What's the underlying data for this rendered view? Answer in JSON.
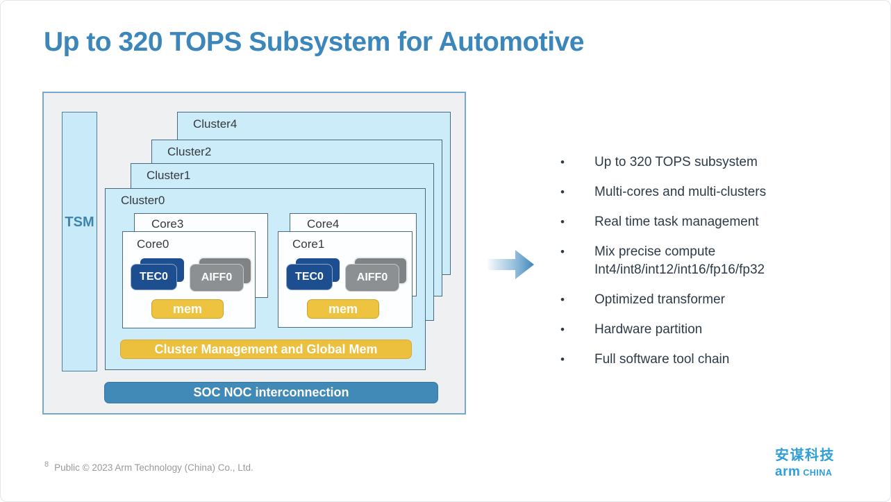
{
  "title": "Up to 320 TOPS Subsystem for Automotive",
  "diagram": {
    "tsm": "TSM",
    "clusters": [
      "Cluster4",
      "Cluster2",
      "Cluster1",
      "Cluster0"
    ],
    "cores": [
      {
        "outer": "Core3",
        "inner": "Core0",
        "tec": "TEC0",
        "aiff": "AIFF0",
        "mem": "mem"
      },
      {
        "outer": "Core4",
        "inner": "Core1",
        "tec": "TEC0",
        "aiff": "AIFF0",
        "mem": "mem"
      }
    ],
    "cluster_mgmt": "Cluster Management and Global Mem",
    "soc_noc": "SOC NOC interconnection"
  },
  "bullets": [
    "Up to 320 TOPS subsystem",
    "Multi-cores and multi-clusters",
    "Real time task management",
    "Mix precise compute\nInt4/int8/int12/int16/fp16/fp32",
    "Optimized transformer",
    "Hardware partition",
    "Full software tool chain"
  ],
  "bullet_char": "•",
  "footer": {
    "page": "8",
    "copyright": "Public © 2023 Arm Technology (China) Co., Ltd."
  },
  "logo": {
    "cn": "安谋科技",
    "arm": "arm",
    "region": "CHINA"
  },
  "colors": {
    "title_blue": "#3b87bb",
    "text_dark": "#2d3a47",
    "outer_fill": "#eef0f1",
    "outer_border": "#74a9cb",
    "cluster_fill": "#cdecfa",
    "cluster_border": "#44687e",
    "tsm_fill": "#c9eaf9",
    "tsm_text": "#3e84ad",
    "tec_navy": "#1d4e8f",
    "aiff_gray": "#8c9092",
    "mem_gold": "#edc33f",
    "mgmt_gold": "#ecbf3d",
    "noc_blue": "#4189b6",
    "arrow_blue": "#3e86ba",
    "footer_gray": "#98999b",
    "logo_blue": "#2f9ed9"
  }
}
